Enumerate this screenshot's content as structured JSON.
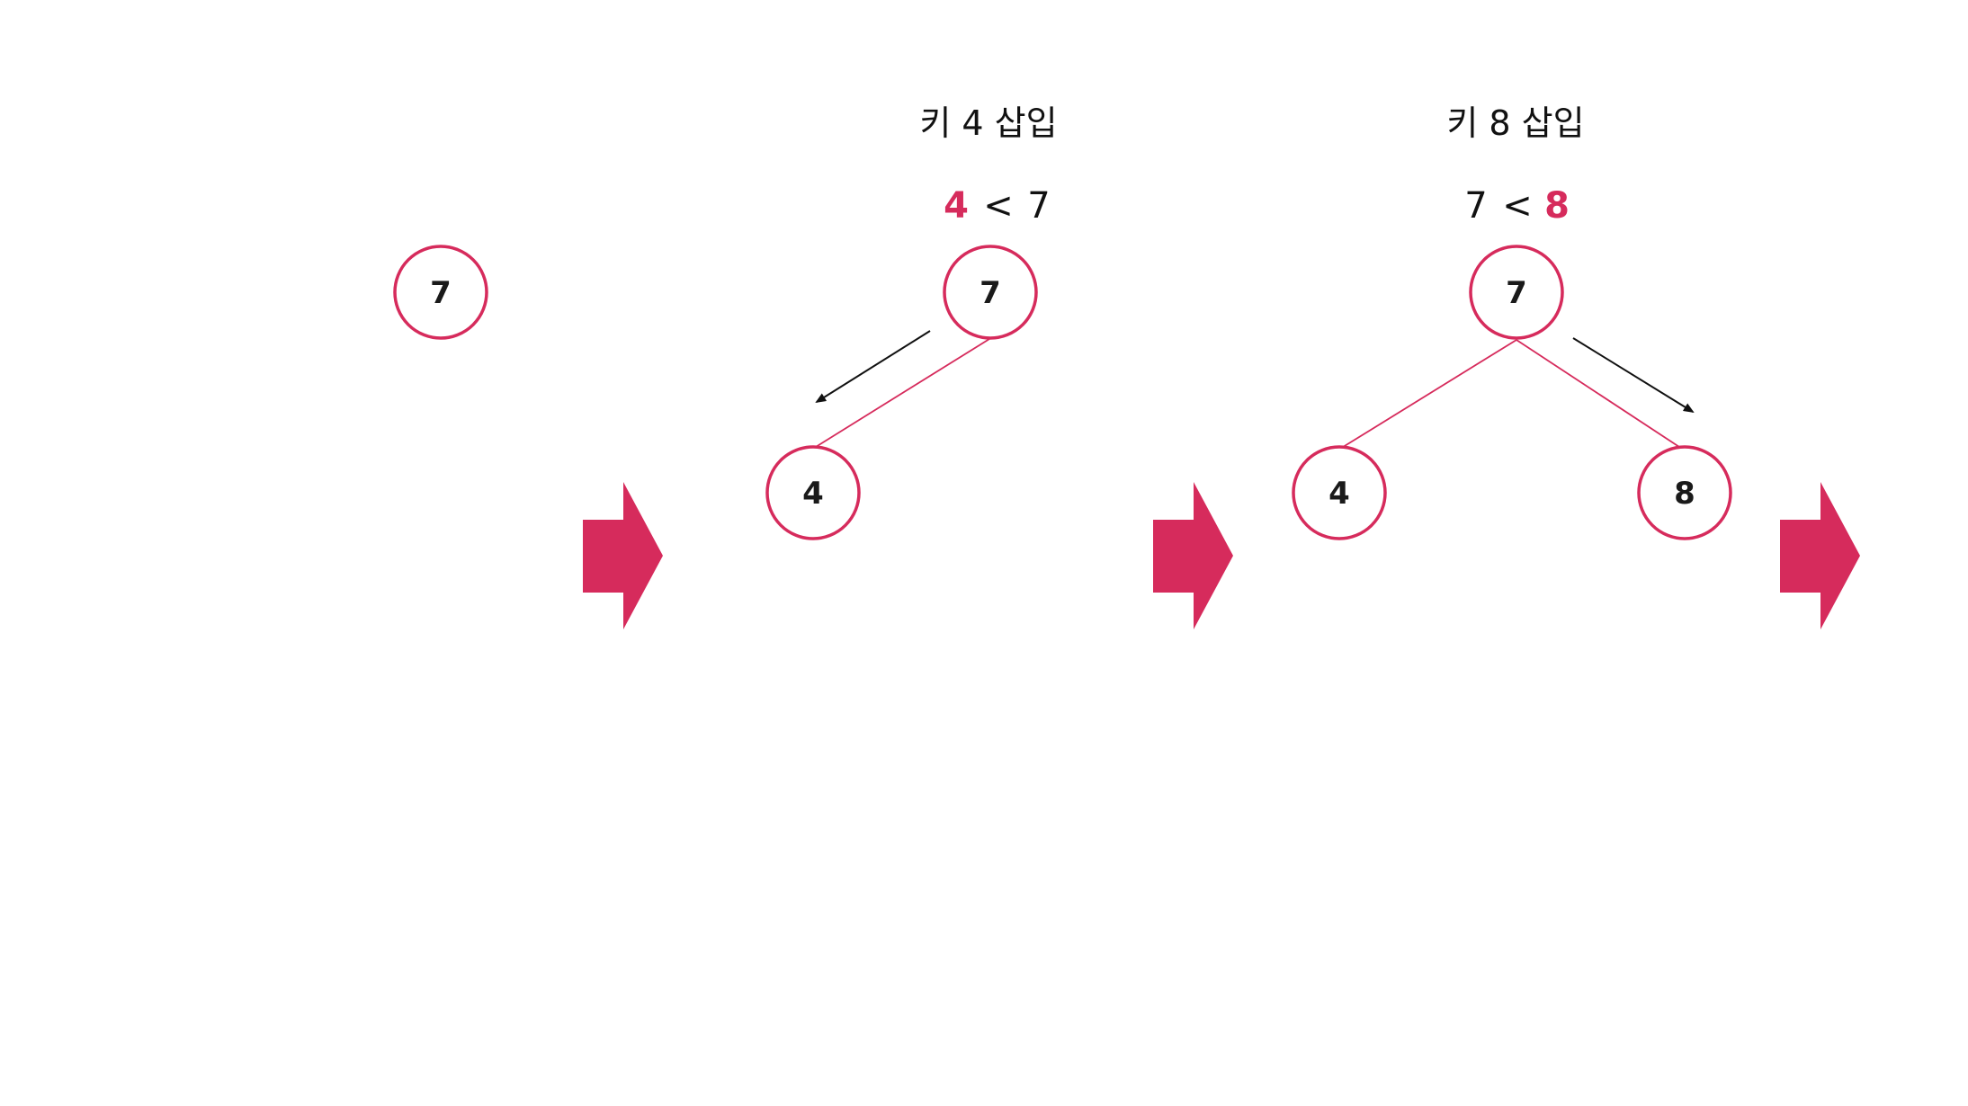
{
  "colors": {
    "accent": "#d62b5c",
    "text": "#111111",
    "background": "#ffffff"
  },
  "steps": [
    {
      "title": "",
      "nodes": {
        "root": "7"
      }
    },
    {
      "title": "키 4 삽입",
      "comparison": {
        "left": "4",
        "op": "<",
        "right": "7",
        "highlight": "left"
      },
      "nodes": {
        "root": "7",
        "left": "4"
      }
    },
    {
      "title": "키 8 삽입",
      "comparison": {
        "left": "7",
        "op": "<",
        "right": "8",
        "highlight": "right"
      },
      "nodes": {
        "root": "7",
        "left": "4",
        "right": "8"
      }
    }
  ],
  "transition_icon": "right-arrow-icon"
}
